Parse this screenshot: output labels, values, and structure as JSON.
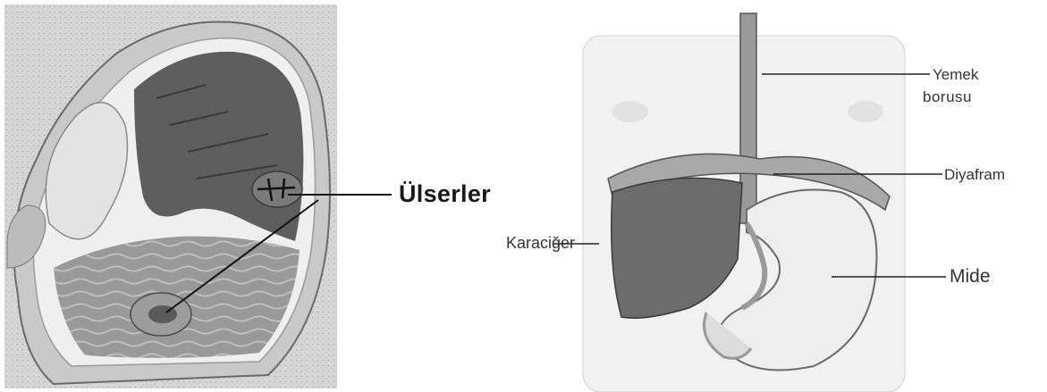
{
  "left_figure": {
    "ulcer_label": "Ülserler"
  },
  "right_figure": {
    "esophagus_label_line1": "Yemek",
    "esophagus_label_line2": "borusu",
    "diaphragm_label": "Diyafram",
    "liver_label": "Karaciğer",
    "stomach_label": "Mide"
  },
  "colors": {
    "ink": "#1f1f1f",
    "mucosa_dark": "#5e5e5e",
    "liver": "#6c6c6c",
    "stomach_light": "#eeeeee",
    "background_tissue": "#d8d8d8"
  }
}
